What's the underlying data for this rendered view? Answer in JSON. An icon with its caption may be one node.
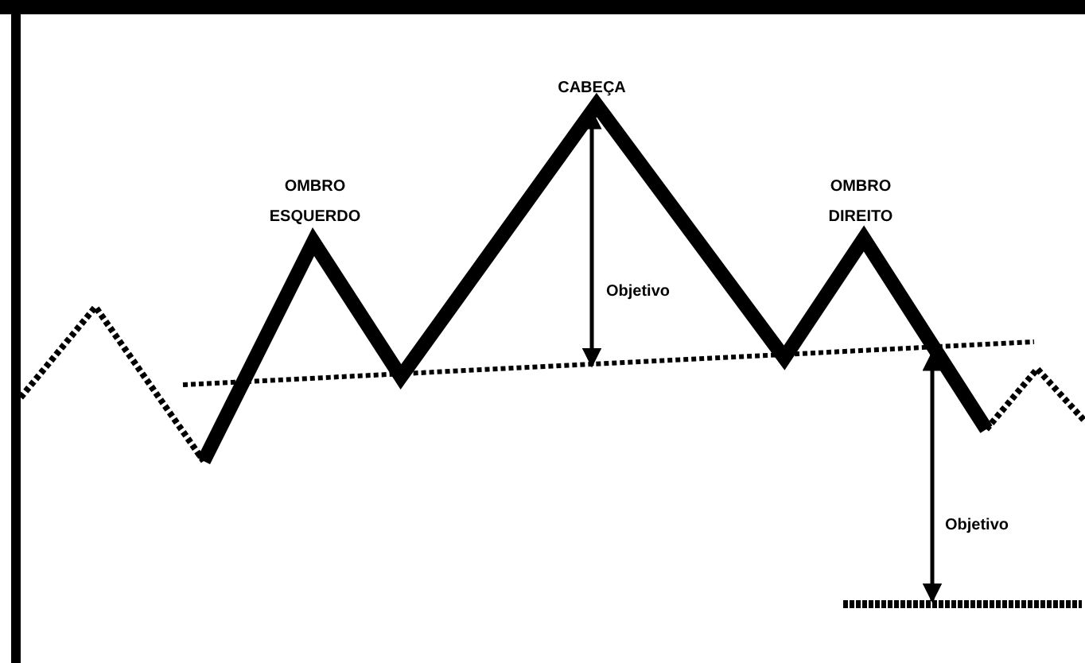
{
  "diagram": {
    "labels": [
      "CABEÇA",
      "OMBRO ESQUERDO",
      "OMBRO DIREITO",
      "Objetivo",
      "Objetivo"
    ]
  }
}
